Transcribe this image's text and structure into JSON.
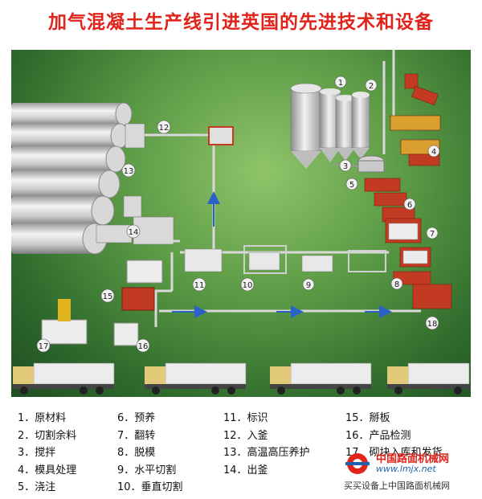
{
  "title": "加气混凝土生产线引进英国的先进技术和设备",
  "stage_numbers": [
    "1",
    "2",
    "3",
    "4",
    "5",
    "6",
    "7",
    "8",
    "9",
    "10",
    "11",
    "12",
    "13",
    "14",
    "15",
    "16",
    "17",
    "18"
  ],
  "legend": {
    "col1": [
      "1．原材料",
      "2．切割余料",
      "3．搅拌",
      "4．模具处理",
      "5．浇注"
    ],
    "col2": [
      "6．预养",
      "7．翻转",
      "8．脱模",
      "9．水平切割",
      "10．垂直切割"
    ],
    "col3": [
      "11．标识",
      "12．入釜",
      "13．高温高压养护",
      "14．出釜"
    ],
    "col4": [
      "15．掰板",
      "16．产品检测",
      "17．砌块入库和发货"
    ]
  },
  "watermark": {
    "line1": "中国路面机械网",
    "line2": "www.lmjx.net",
    "line3": "买买设备上中国路面机械网"
  },
  "colors": {
    "title": "#e0241b",
    "arrow": "#2a62c8",
    "conveyor": "#c23a22"
  }
}
